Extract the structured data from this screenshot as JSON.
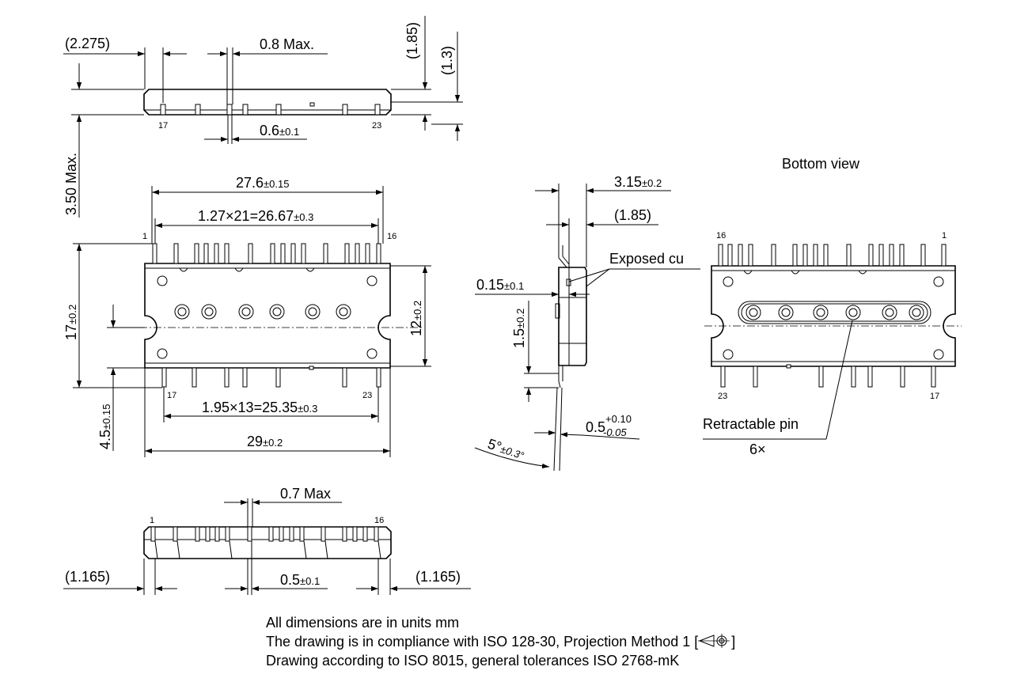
{
  "top_view": {
    "dim_2275": "(2.275)",
    "dim_08max": "0.8 Max.",
    "dim_185": "(1.85)",
    "dim_13": "(1.3)",
    "dim_06": "0.6",
    "dim_06_tol": "±0.1",
    "dim_350max": "3.50 Max.",
    "pin_left": "17",
    "pin_right": "23"
  },
  "front_view": {
    "dim_276": "27.6",
    "dim_276_tol": "±0.15",
    "dim_pitch_top": "1.27×21=26.67",
    "dim_pitch_top_tol": "±0.3",
    "dim_17": "17",
    "dim_17_tol": "±0.2",
    "dim_12": "12",
    "dim_12_tol": "±0.2",
    "dim_45": "4.5",
    "dim_45_tol": "±0.15",
    "dim_pitch_bottom": "1.95×13=25.35",
    "dim_pitch_bottom_tol": "±0.3",
    "dim_29": "29",
    "dim_29_tol": "±0.2",
    "pin_1": "1",
    "pin_16": "16",
    "pin_17": "17",
    "pin_23": "23"
  },
  "side_view": {
    "dim_315": "3.15",
    "dim_315_tol": "±0.2",
    "dim_185": "(1.85)",
    "exposed": "Exposed cu",
    "dim_015": "0.15",
    "dim_015_tol": "±0.1",
    "dim_15": "1.5",
    "dim_15_tol": "±0.2",
    "dim_05": "0.5",
    "dim_05_tol_upper": "+0.10",
    "dim_05_tol_lower": "-0.05",
    "angle": "5°",
    "angle_tol": "±0.3°"
  },
  "bottom_view": {
    "title": "Bottom view",
    "pin_16": "16",
    "pin_1": "1",
    "pin_23": "23",
    "pin_17": "17",
    "retractable": "Retractable pin",
    "count": "6×"
  },
  "lower_view": {
    "dim_07max": "0.7 Max",
    "pin_1": "1",
    "pin_16": "16",
    "dim_1165_left": "(1.165)",
    "dim_05": "0.5",
    "dim_05_tol": "±0.1",
    "dim_1165_right": "(1.165)"
  },
  "notes": {
    "line1": "All dimensions are in units mm",
    "line2": "The drawing is in compliance with ISO 128-30, Projection Method 1 [",
    "line2_end": "]",
    "line3": "Drawing according to ISO 8015, general tolerances ISO 2768-mK"
  }
}
